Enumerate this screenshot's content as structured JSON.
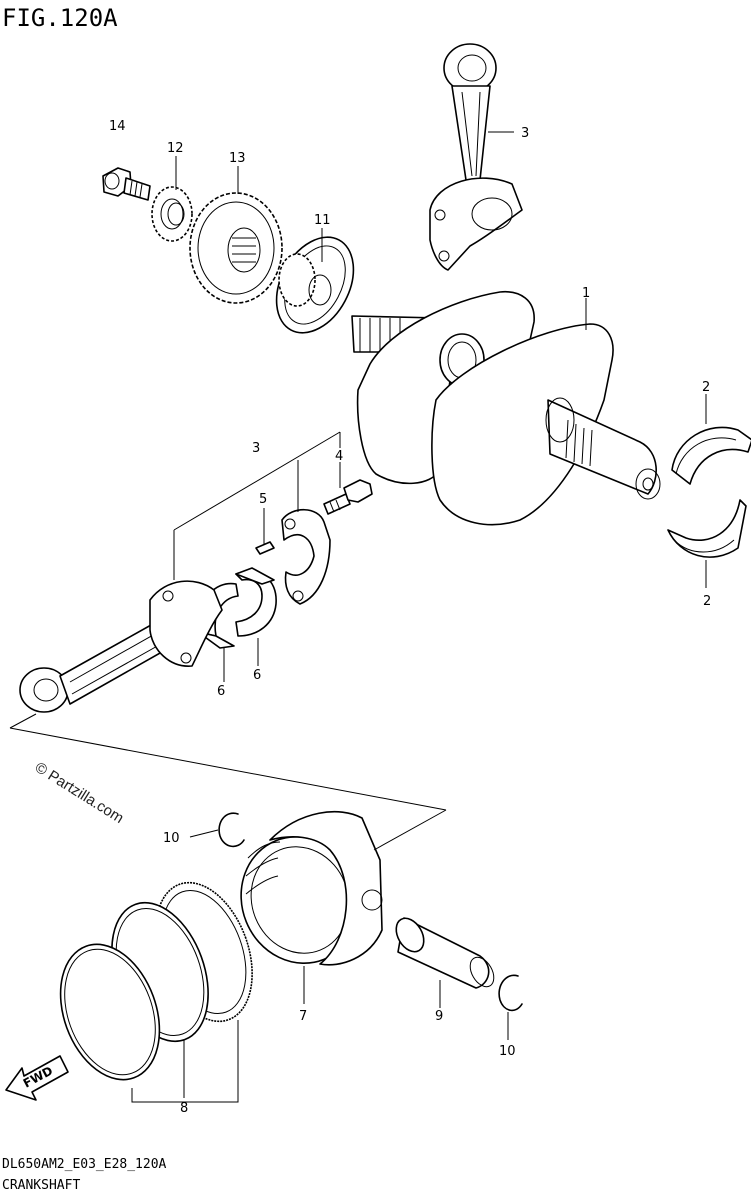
{
  "figure": {
    "title": "FIG.120A",
    "code": "DL650AM2_E03_E28_120A",
    "caption": "CRANKSHAFT",
    "watermark": "© Partzilla.com",
    "fwd_label": "FWD"
  },
  "callouts": {
    "c1": "1",
    "c2a": "2",
    "c2b": "2",
    "c3a": "3",
    "c3b": "3",
    "c4": "4",
    "c5": "5",
    "c6a": "6",
    "c6b": "6",
    "c7": "7",
    "c8": "8",
    "c9": "9",
    "c10a": "10",
    "c10b": "10",
    "c11": "11",
    "c12": "12",
    "c13": "13",
    "c14": "14"
  }
}
